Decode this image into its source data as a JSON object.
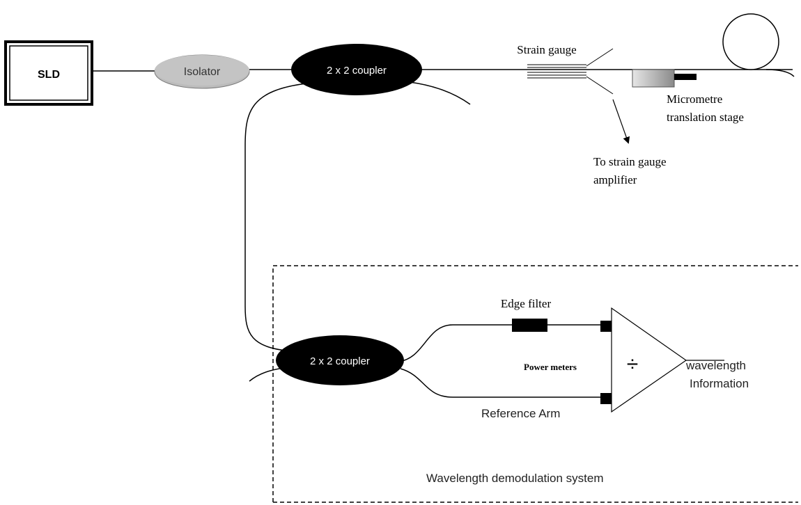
{
  "labels": {
    "sld": "SLD",
    "isolator": "Isolator",
    "coupler_top": "2 x 2 coupler",
    "coupler_bottom": "2 x 2 coupler",
    "strain_gauge": "Strain gauge",
    "micrometre_line1": "Micrometre",
    "micrometre_line2": "translation stage",
    "to_amp_line1": "To strain gauge",
    "to_amp_line2": "amplifier",
    "edge_filter": "Edge filter",
    "power_meters": "Power meters",
    "divide_symbol": "÷",
    "wavelength_line1": "wavelength",
    "wavelength_line2": "Information",
    "reference_arm": "Reference Arm",
    "demod_system": "Wavelength demodulation system"
  },
  "colors": {
    "line": "#000000",
    "isolator_fill": "#c0c0c0",
    "coupler_fill": "#000000",
    "coupler_text": "#ffffff",
    "stage_fill": "#a6a6a6"
  }
}
